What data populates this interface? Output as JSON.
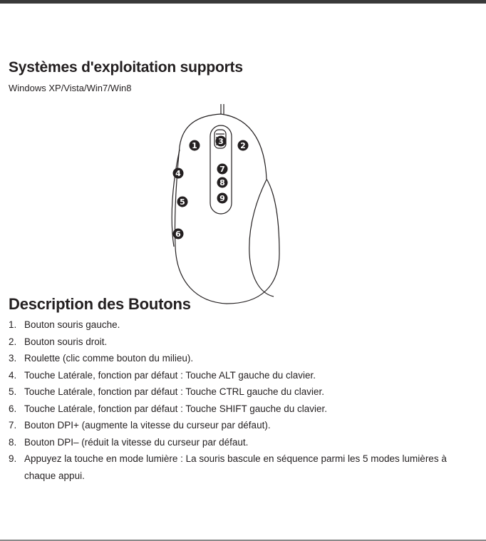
{
  "os": {
    "title": "Systèmes d'exploitation supports",
    "list": "Windows XP/Vista/Win7/Win8"
  },
  "figure": {
    "markers": [
      "1",
      "2",
      "3",
      "4",
      "5",
      "6",
      "7",
      "8",
      "9"
    ]
  },
  "buttons": {
    "title": "Description des Boutons",
    "items": [
      {
        "num": "1.",
        "text": "Bouton souris gauche."
      },
      {
        "num": "2.",
        "text": "Bouton souris droit."
      },
      {
        "num": "3.",
        "text": "Roulette (clic comme bouton du milieu)."
      },
      {
        "num": "4.",
        "text": "Touche Latérale, fonction par défaut : Touche ALT gauche du clavier."
      },
      {
        "num": "5.",
        "text": "Touche Latérale, fonction par défaut : Touche CTRL gauche du clavier."
      },
      {
        "num": "6.",
        "text": "Touche Latérale, fonction par défaut : Touche SHIFT gauche du clavier."
      },
      {
        "num": "7.",
        "text": "Bouton DPI+ (augmente la vitesse du curseur par défaut)."
      },
      {
        "num": "8.",
        "text": "Bouton DPI– (réduit la vitesse du curseur par défaut."
      },
      {
        "num": "9.",
        "text": "Appuyez la touche en mode lumière : La souris bascule en séquence parmi les 5 modes lumières à chaque appui."
      }
    ]
  }
}
